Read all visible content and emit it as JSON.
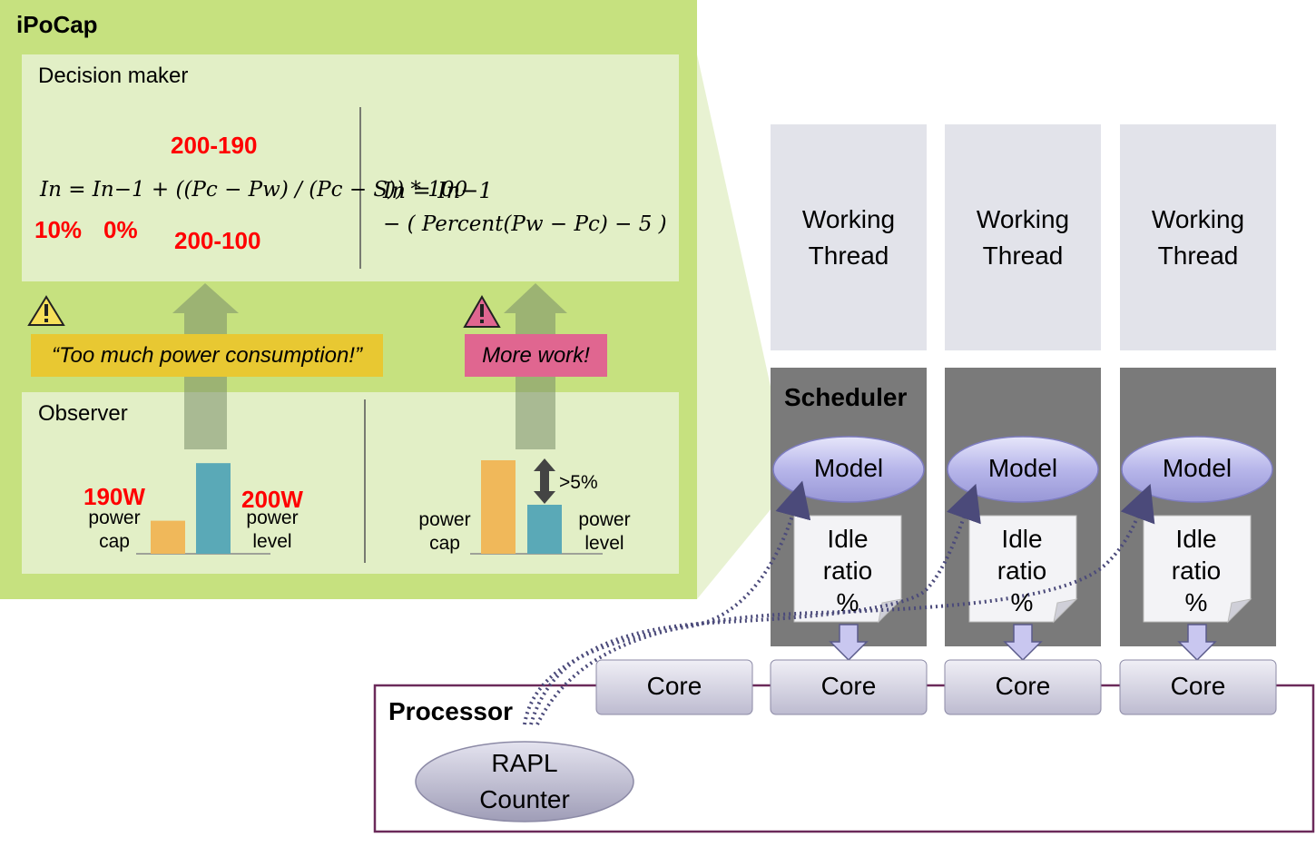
{
  "ipocap": {
    "title": "iPoCap",
    "decision_maker": {
      "title": "Decision maker",
      "formula_left": "In = In−1 + ((Pc − Pw) / (Pc − S)) * 100",
      "annot_top": "200-190",
      "annot_bottom": "200-100",
      "annot_in": "10%",
      "annot_in_prev": "0%",
      "formula_right_line1": "In = In−1",
      "formula_right_line2": "− ( Percent(Pw − Pc) − 5 )"
    },
    "callouts": {
      "left": "“Too much power consumption!”",
      "right": "More work!"
    },
    "observer": {
      "title": "Observer",
      "left_chart": {
        "cap_value": "190W",
        "level_value": "200W",
        "cap_label_1": "power",
        "cap_label_2": "cap",
        "level_label_1": "power",
        "level_label_2": "level"
      },
      "right_chart": {
        "diff_label": ">5%",
        "cap_label_1": "power",
        "cap_label_2": "cap",
        "level_label_1": "power",
        "level_label_2": "level"
      }
    }
  },
  "threads": [
    {
      "line1": "Working",
      "line2": "Thread"
    },
    {
      "line1": "Working",
      "line2": "Thread"
    },
    {
      "line1": "Working",
      "line2": "Thread"
    }
  ],
  "scheduler": {
    "title": "Scheduler",
    "model_label": "Model",
    "idle_line1": "Idle",
    "idle_line2": "ratio",
    "idle_line3": "%"
  },
  "processor": {
    "title": "Processor",
    "core_label": "Core",
    "rapl_line1": "RAPL",
    "rapl_line2": "Counter"
  },
  "colors": {
    "ipocap_bg": "#c6e17f",
    "panel_bg": "#e2efc6",
    "bar_orange": "#f0b85a",
    "bar_teal": "#5aa9b7",
    "thread_bg": "#e2e3ea",
    "scheduler_bg": "#7a7a7a",
    "model_fill": "#b9b8e8",
    "processor_border": "#6b2a5a"
  }
}
